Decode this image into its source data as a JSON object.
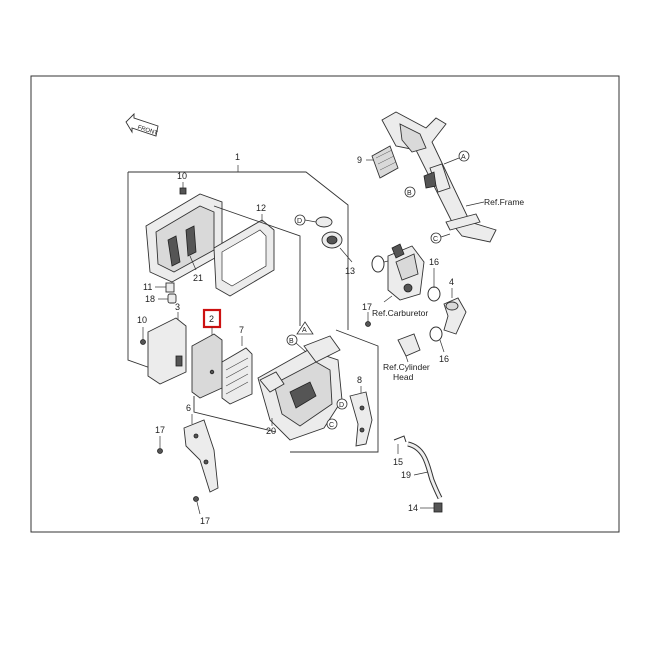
{
  "colors": {
    "highlight": "#cc1111",
    "line": "#333333",
    "background": "#ffffff"
  },
  "front_arrow": {
    "label": "FRONT",
    "icon": "front-arrow-icon"
  },
  "labels": {
    "p1": "1",
    "p2": "2",
    "p3": "3",
    "p4": "4",
    "p6": "6",
    "p7": "7",
    "p8": "8",
    "p9": "9",
    "p10a": "10",
    "p10b": "10",
    "p11": "11",
    "p12": "12",
    "p13": "13",
    "p14": "14",
    "p15": "15",
    "p16a": "16",
    "p16b": "16",
    "p17a": "17",
    "p17b": "17",
    "p17c": "17",
    "p18": "18",
    "p19": "19",
    "p20": "20",
    "p21": "21"
  },
  "refs": {
    "frame": "Ref.Frame",
    "carburetor": "Ref.Carburetor",
    "cylinder_line1": "Ref.Cylinder",
    "cylinder_line2": "Head"
  },
  "markers": {
    "a1": "A",
    "a2": "A",
    "b1": "B",
    "b2": "B",
    "c1": "C",
    "c2": "C",
    "d1": "D",
    "d2": "D"
  }
}
